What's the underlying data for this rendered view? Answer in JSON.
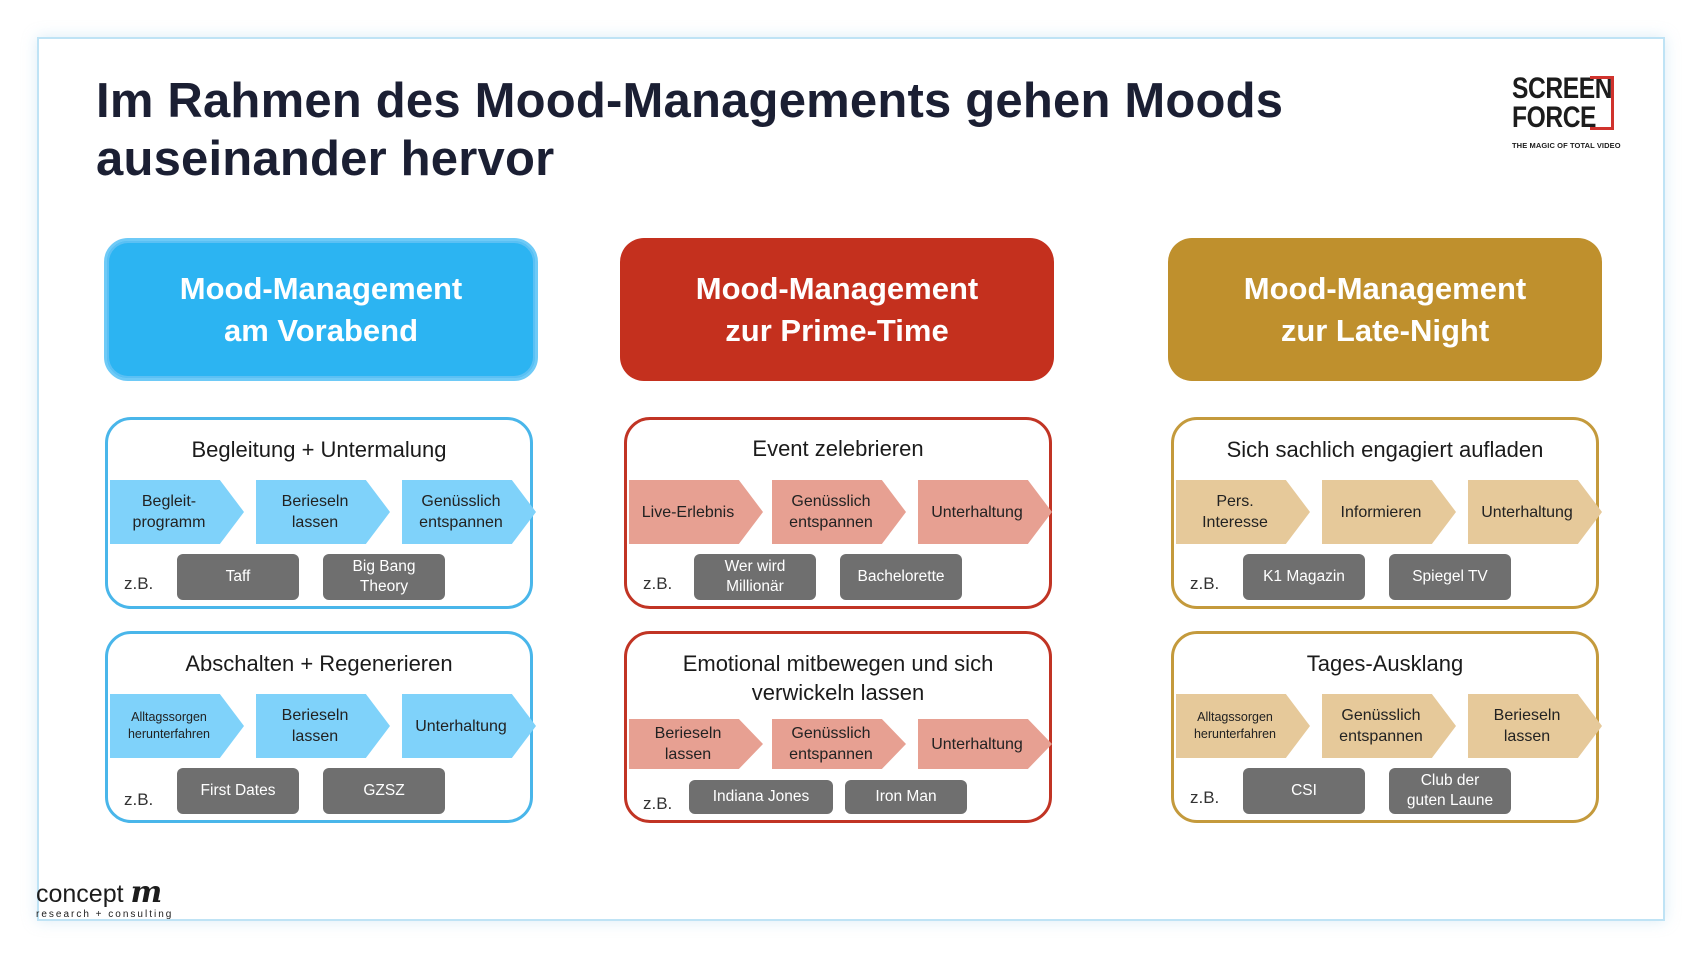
{
  "title": "Im Rahmen des Mood-Managements gehen Moods\nauseinander hervor",
  "logo_screenforce": {
    "line1": "SCREEN",
    "line2": "FORCE",
    "tagline": "THE MAGIC OF TOTAL VIDEO"
  },
  "logo_conceptm": {
    "main": "concept",
    "m": "m",
    "sub": "research + consulting"
  },
  "zb_label": "z.B.",
  "columns": [
    {
      "header": "Mood-Management\nam Vorabend",
      "color": "#2cb4f2",
      "boxes": [
        {
          "title": "Begleitung + Untermalung",
          "steps": [
            "Begleit-\nprogramm",
            "Berieseln\nlassen",
            "Genüsslich\nentspannen"
          ],
          "examples": [
            "Taff",
            "Big Bang\nTheory"
          ]
        },
        {
          "title": "Abschalten + Regenerieren",
          "steps": [
            "Alltagssorgen\nherunterfahren",
            "Berieseln\nlassen",
            "Unterhaltung"
          ],
          "examples": [
            "First Dates",
            "GZSZ"
          ]
        }
      ]
    },
    {
      "header": "Mood-Management\nzur Prime-Time",
      "color": "#c4301e",
      "boxes": [
        {
          "title": "Event zelebrieren",
          "steps": [
            "Live-Erlebnis",
            "Genüsslich\nentspannen",
            "Unterhaltung"
          ],
          "examples": [
            "Wer wird\nMillionär",
            "Bachelorette"
          ]
        },
        {
          "title": "Emotional mitbewegen und sich\nverwickeln lassen",
          "steps": [
            "Berieseln\nlassen",
            "Genüsslich\nentspannen",
            "Unterhaltung"
          ],
          "examples": [
            "Indiana Jones",
            "Iron Man"
          ]
        }
      ]
    },
    {
      "header": "Mood-Management\nzur Late-Night",
      "color": "#bf902d",
      "boxes": [
        {
          "title": "Sich sachlich engagiert aufladen",
          "steps": [
            "Pers.\nInteresse",
            "Informieren",
            "Unterhaltung"
          ],
          "examples": [
            "K1 Magazin",
            "Spiegel TV"
          ]
        },
        {
          "title": "Tages-Ausklang",
          "steps": [
            "Alltagssorgen\nherunterfahren",
            "Genüsslich\nentspannen",
            "Berieseln\nlassen"
          ],
          "examples": [
            "CSI",
            "Club der\nguten Laune"
          ]
        }
      ]
    }
  ]
}
